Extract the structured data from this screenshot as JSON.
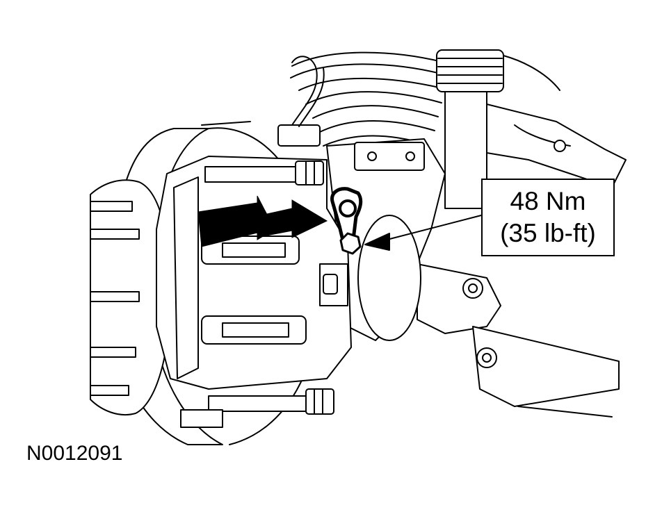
{
  "callout": {
    "torque_metric": "48 Nm",
    "torque_imperial": "(35 lb-ft)"
  },
  "figure": {
    "id": "N0012091"
  }
}
